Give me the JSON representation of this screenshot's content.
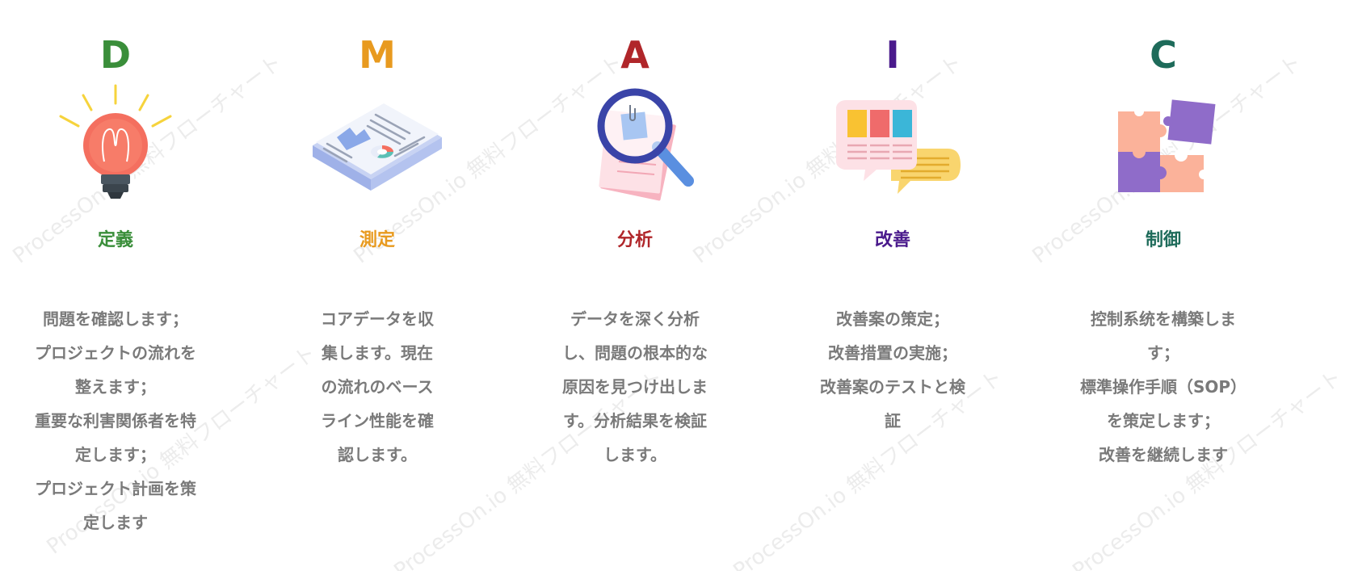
{
  "watermark_text": "ProcessOn.io 無料フローチャート",
  "stages": [
    {
      "letter": "D",
      "title": "定義",
      "color": "#3a8e3a",
      "icon": "lightbulb-icon",
      "description": [
        "問題を確認します；",
        "プロジェクトの流れを",
        "整えます；",
        "重要な利害関係者を特",
        "定します；",
        "プロジェクト計画を策",
        "定します"
      ]
    },
    {
      "letter": "M",
      "title": "測定",
      "color": "#e89a1f",
      "icon": "document-chart-icon",
      "description": [
        "コアデータを収",
        "集します。現在",
        "の流れのベース",
        "ライン性能を確",
        "認します。"
      ]
    },
    {
      "letter": "A",
      "title": "分析",
      "color": "#b0262a",
      "icon": "magnifier-icon",
      "description": [
        "データを深く分析",
        "し、問題の根本的な",
        "原因を見つけ出しま",
        "す。分析結果を検証",
        "します。"
      ]
    },
    {
      "letter": "I",
      "title": "改善",
      "color": "#4a1a8c",
      "icon": "chat-bubbles-icon",
      "description": [
        "改善案の策定；",
        "改善措置の実施；",
        "改善案のテストと検",
        "証"
      ]
    },
    {
      "letter": "C",
      "title": "制御",
      "color": "#1e6b5a",
      "icon": "puzzle-icon",
      "description": [
        "控制系统を構築しま",
        "す；",
        "標準操作手順（SOP）",
        "を策定します；",
        "改善を継続します"
      ]
    }
  ]
}
